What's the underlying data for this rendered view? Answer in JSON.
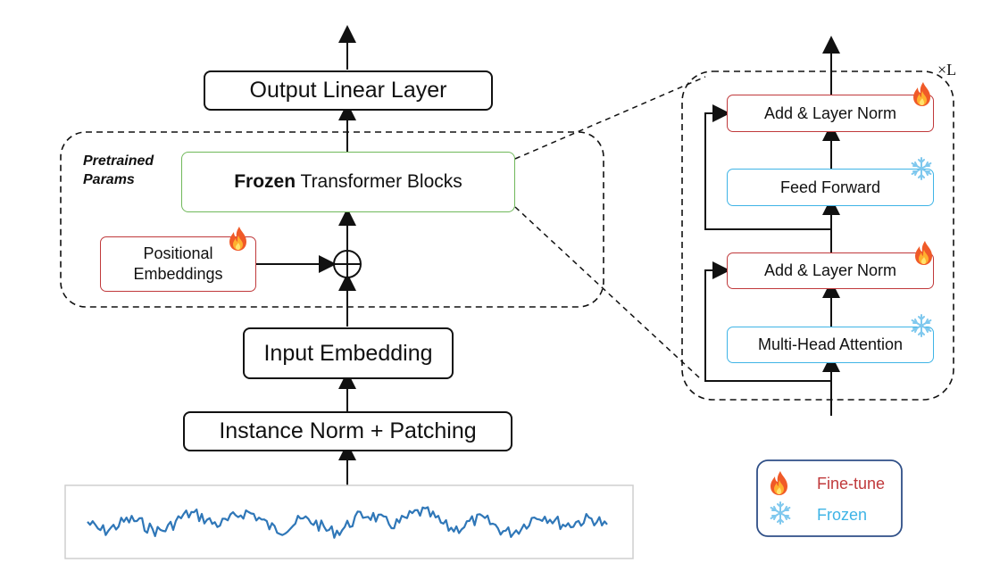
{
  "output_layer": "Output Linear Layer",
  "pretrained_label": [
    "Pretrained",
    "Params"
  ],
  "frozen_block": {
    "bold": "Frozen",
    "rest": " Transformer Blocks"
  },
  "positional": [
    "Positional",
    "Embeddings"
  ],
  "input_embedding": "Input Embedding",
  "instance_norm": "Instance Norm + Patching",
  "detail": {
    "repeat": "×L",
    "add_norm_top": "Add & Layer Norm",
    "feed_forward": "Feed Forward",
    "add_norm_bottom": "Add & Layer Norm",
    "attention": "Multi-Head Attention"
  },
  "legend": {
    "finetune": "Fine-tune",
    "frozen": "Frozen"
  },
  "icons": {
    "finetune": "fire-icon",
    "frozen": "snowflake-icon"
  },
  "colors": {
    "finetune": "#c0393b",
    "frozen": "#3fb4e6",
    "pretrained": "#70b85a",
    "series": "#2f77b8"
  }
}
